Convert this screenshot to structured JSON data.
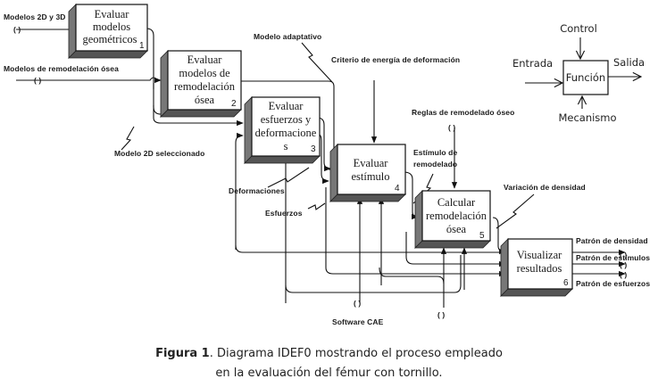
{
  "diagram": {
    "type": "IDEF0",
    "boxes": [
      {
        "id": 1,
        "lines": [
          "Evaluar",
          "modelos",
          "geométricos"
        ],
        "number": "1"
      },
      {
        "id": 2,
        "lines": [
          "Evaluar",
          "modelos de",
          "remodelación",
          "ósea"
        ],
        "number": "2"
      },
      {
        "id": 3,
        "lines": [
          "Evaluar",
          "esfuerzos y",
          "deformacione",
          "s"
        ],
        "number": "3"
      },
      {
        "id": 4,
        "lines": [
          "Evaluar",
          "estímulo"
        ],
        "number": "4"
      },
      {
        "id": 5,
        "lines": [
          "Calcular",
          "remodelación",
          "ósea"
        ],
        "number": "5"
      },
      {
        "id": 6,
        "lines": [
          "Visualizar",
          "resultados"
        ],
        "number": "6"
      }
    ],
    "labels": {
      "input_models": "Modelos 2D y 3D",
      "input_remodel": "Modelos de remodelación ósea",
      "selected_model": "Modelo 2D seleccionado",
      "adaptive_model": "Modelo adaptativo",
      "energy_criterion": "Criterio de energía de deformación",
      "remodel_rules": "Reglas de remodelado óseo",
      "stimulus_line1": "Estímulo de",
      "stimulus_line2": "remodelado",
      "density_variation": "Variación de densidad",
      "deformations": "Deformaciones",
      "stresses": "Esfuerzos",
      "software": "Software CAE",
      "out_density": "Patrón de densidad",
      "out_stimulus": "Patrón de estímulos",
      "out_stress": "Patrón de esfuerzos"
    },
    "tunnel_marks": {
      "paren": "( )"
    }
  },
  "legend": {
    "box_label": "Función",
    "control": "Control",
    "input": "Entrada",
    "output": "Salida",
    "mechanism": "Mecanismo"
  },
  "caption": {
    "bold": "Figura 1",
    "line1_rest": ". Diagrama IDEF0 mostrando el proceso empleado",
    "line2": "en la evaluación del fémur con tornillo."
  }
}
